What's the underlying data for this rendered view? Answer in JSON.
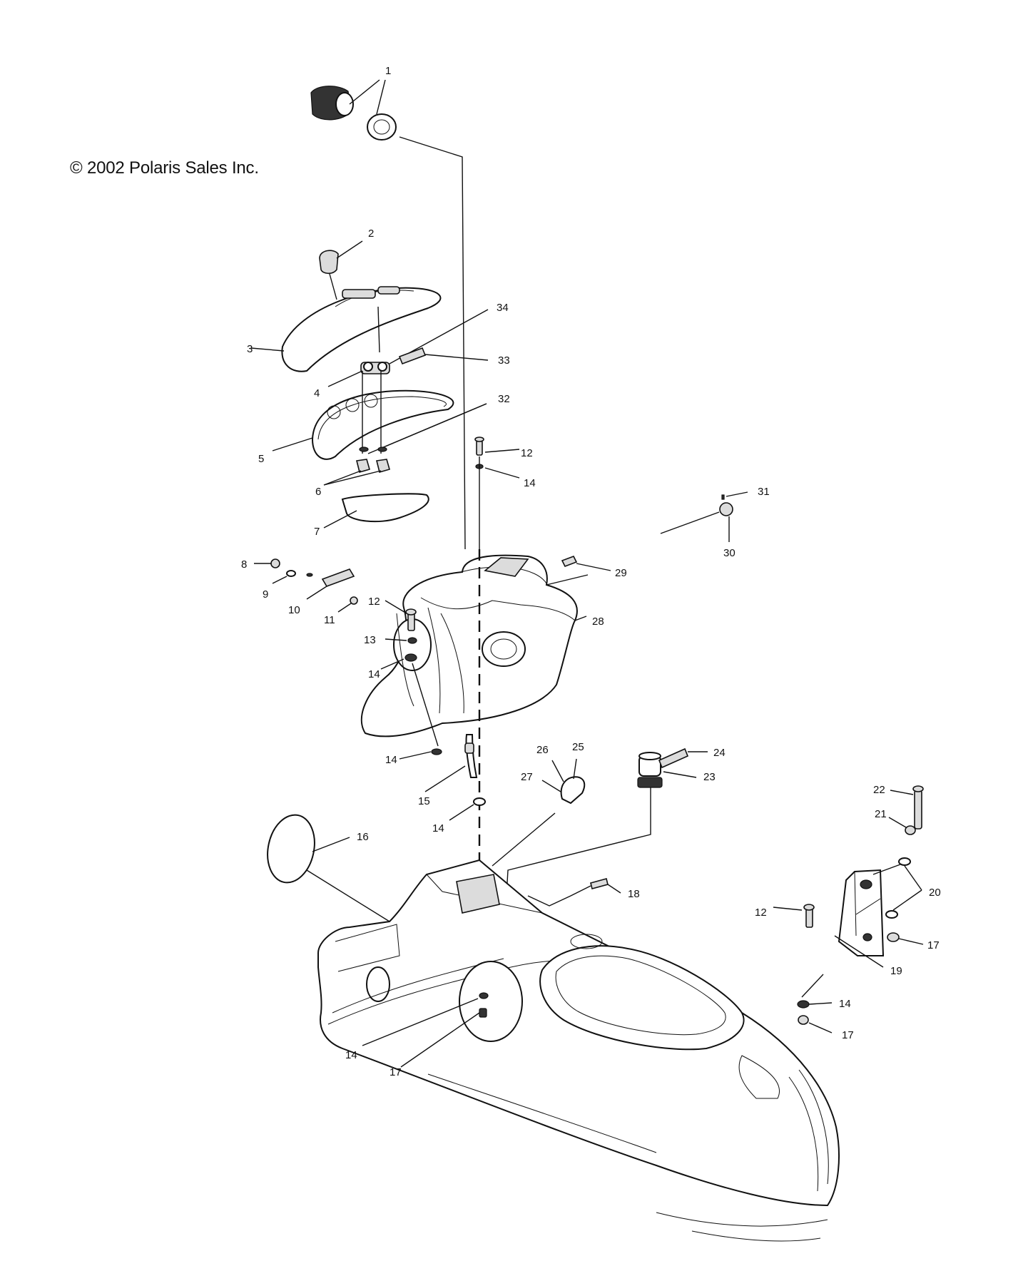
{
  "copyright": "© 2002 Polaris Sales Inc.",
  "callouts": [
    {
      "id": "c1",
      "text": "1"
    },
    {
      "id": "c2",
      "text": "2"
    },
    {
      "id": "c3",
      "text": "3"
    },
    {
      "id": "c4",
      "text": "4"
    },
    {
      "id": "c5",
      "text": "5"
    },
    {
      "id": "c6",
      "text": "6"
    },
    {
      "id": "c7",
      "text": "7"
    },
    {
      "id": "c8",
      "text": "8"
    },
    {
      "id": "c9",
      "text": "9"
    },
    {
      "id": "c10",
      "text": "10"
    },
    {
      "id": "c11",
      "text": "11"
    },
    {
      "id": "c12a",
      "text": "12"
    },
    {
      "id": "c12b",
      "text": "12"
    },
    {
      "id": "c12c",
      "text": "12"
    },
    {
      "id": "c13",
      "text": "13"
    },
    {
      "id": "c14a",
      "text": "14"
    },
    {
      "id": "c14b",
      "text": "14"
    },
    {
      "id": "c14c",
      "text": "14"
    },
    {
      "id": "c14d",
      "text": "14"
    },
    {
      "id": "c14e",
      "text": "14"
    },
    {
      "id": "c14f",
      "text": "14"
    },
    {
      "id": "c15",
      "text": "15"
    },
    {
      "id": "c16",
      "text": "16"
    },
    {
      "id": "c17a",
      "text": "17"
    },
    {
      "id": "c17b",
      "text": "17"
    },
    {
      "id": "c17c",
      "text": "17"
    },
    {
      "id": "c18",
      "text": "18"
    },
    {
      "id": "c19",
      "text": "19"
    },
    {
      "id": "c20",
      "text": "20"
    },
    {
      "id": "c21",
      "text": "21"
    },
    {
      "id": "c22",
      "text": "22"
    },
    {
      "id": "c23",
      "text": "23"
    },
    {
      "id": "c24",
      "text": "24"
    },
    {
      "id": "c25",
      "text": "25"
    },
    {
      "id": "c26",
      "text": "26"
    },
    {
      "id": "c27",
      "text": "27"
    },
    {
      "id": "c28",
      "text": "28"
    },
    {
      "id": "c29",
      "text": "29"
    },
    {
      "id": "c30",
      "text": "30"
    },
    {
      "id": "c31",
      "text": "31"
    },
    {
      "id": "c32",
      "text": "32"
    },
    {
      "id": "c33",
      "text": "33"
    },
    {
      "id": "c34",
      "text": "34"
    }
  ]
}
